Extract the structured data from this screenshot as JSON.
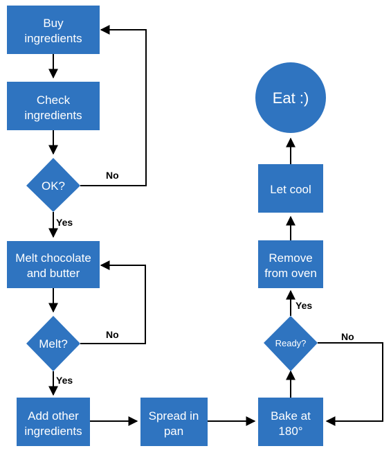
{
  "colors": {
    "node_fill": "#2f74c0",
    "edge": "#000000",
    "background": "#ffffff"
  },
  "nodes": {
    "buy": {
      "line1": "Buy",
      "line2": "ingredients"
    },
    "check": {
      "line1": "Check",
      "line2": "ingredients"
    },
    "ok": {
      "label": "OK?"
    },
    "melt_choc": {
      "line1": "Melt chocolate",
      "line2": "and butter"
    },
    "melt": {
      "label": "Melt?"
    },
    "add_other": {
      "line1": "Add other",
      "line2": "ingredients"
    },
    "spread": {
      "line1": "Spread in",
      "line2": "pan"
    },
    "bake": {
      "line1": "Bake at",
      "line2": "180°"
    },
    "ready": {
      "label": "Ready?"
    },
    "remove": {
      "line1": "Remove",
      "line2": "from oven"
    },
    "cool": {
      "label": "Let cool"
    },
    "eat": {
      "label": "Eat :)"
    }
  },
  "edge_labels": {
    "ok_no": "No",
    "ok_yes": "Yes",
    "melt_no": "No",
    "melt_yes": "Yes",
    "ready_no": "No",
    "ready_yes": "Yes"
  }
}
